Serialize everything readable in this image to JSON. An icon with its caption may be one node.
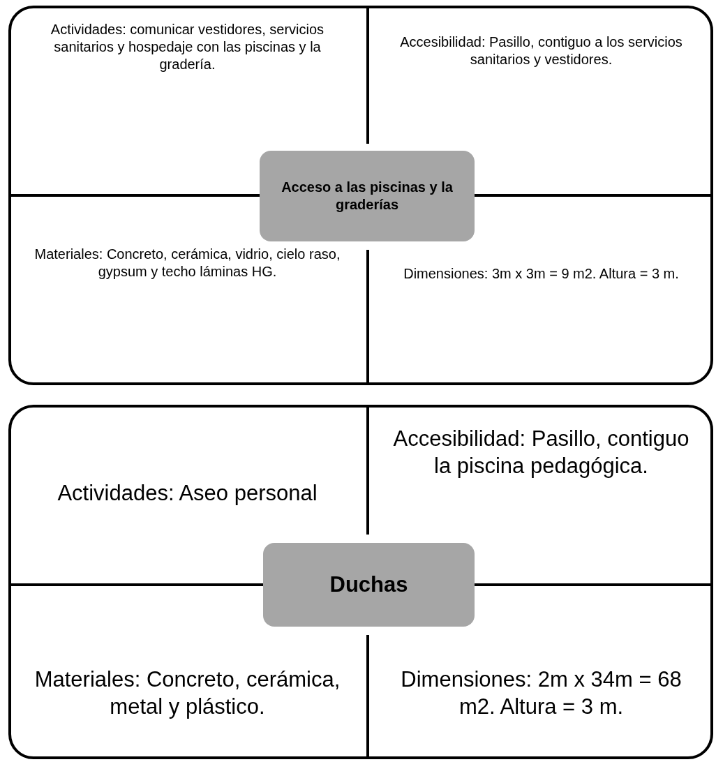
{
  "diagram": {
    "nodes": [
      {
        "text": [],
        "shape": "box"
      },
      {
        "text": [
          "Actividades: comunicar vestidores, servicios sanitarios y hospedaje con las piscinas y la gradería."
        ],
        "in": 0
      },
      {
        "text": [
          "Accesibilidad: Pasillo, contiguo a los servicios sanitarios y vestidores."
        ],
        "in": 0
      },
      {
        "text": [
          "Acceso a las piscinas y la graderías"
        ],
        "in": 0
      },
      {
        "text": [
          "Materiales: Concreto, cerámica, vidrio, cielo raso, gypsum y techo láminas HG."
        ],
        "in": 0
      },
      {
        "text": [
          "Dimensiones: 3m x 3m = 9 m2. Altura = 3 m."
        ],
        "in": 0
      },
      {
        "text": [],
        "shape": "box"
      },
      {
        "text": [
          "Actividades: Aseo personal"
        ],
        "in": 6
      },
      {
        "text": [
          "Accesibilidad: Pasillo, contiguo la piscina pedagógica."
        ],
        "in": 6
      },
      {
        "text": [
          "Duchas"
        ],
        "in": 6
      },
      {
        "text": [
          "Materiales: Concreto, cerámica, metal y plástico."
        ],
        "in": 6
      },
      {
        "text": [
          "Dimensiones: 2m x 34m = 68 m2. Altura = 3 m."
        ],
        "in": 6
      }
    ]
  }
}
